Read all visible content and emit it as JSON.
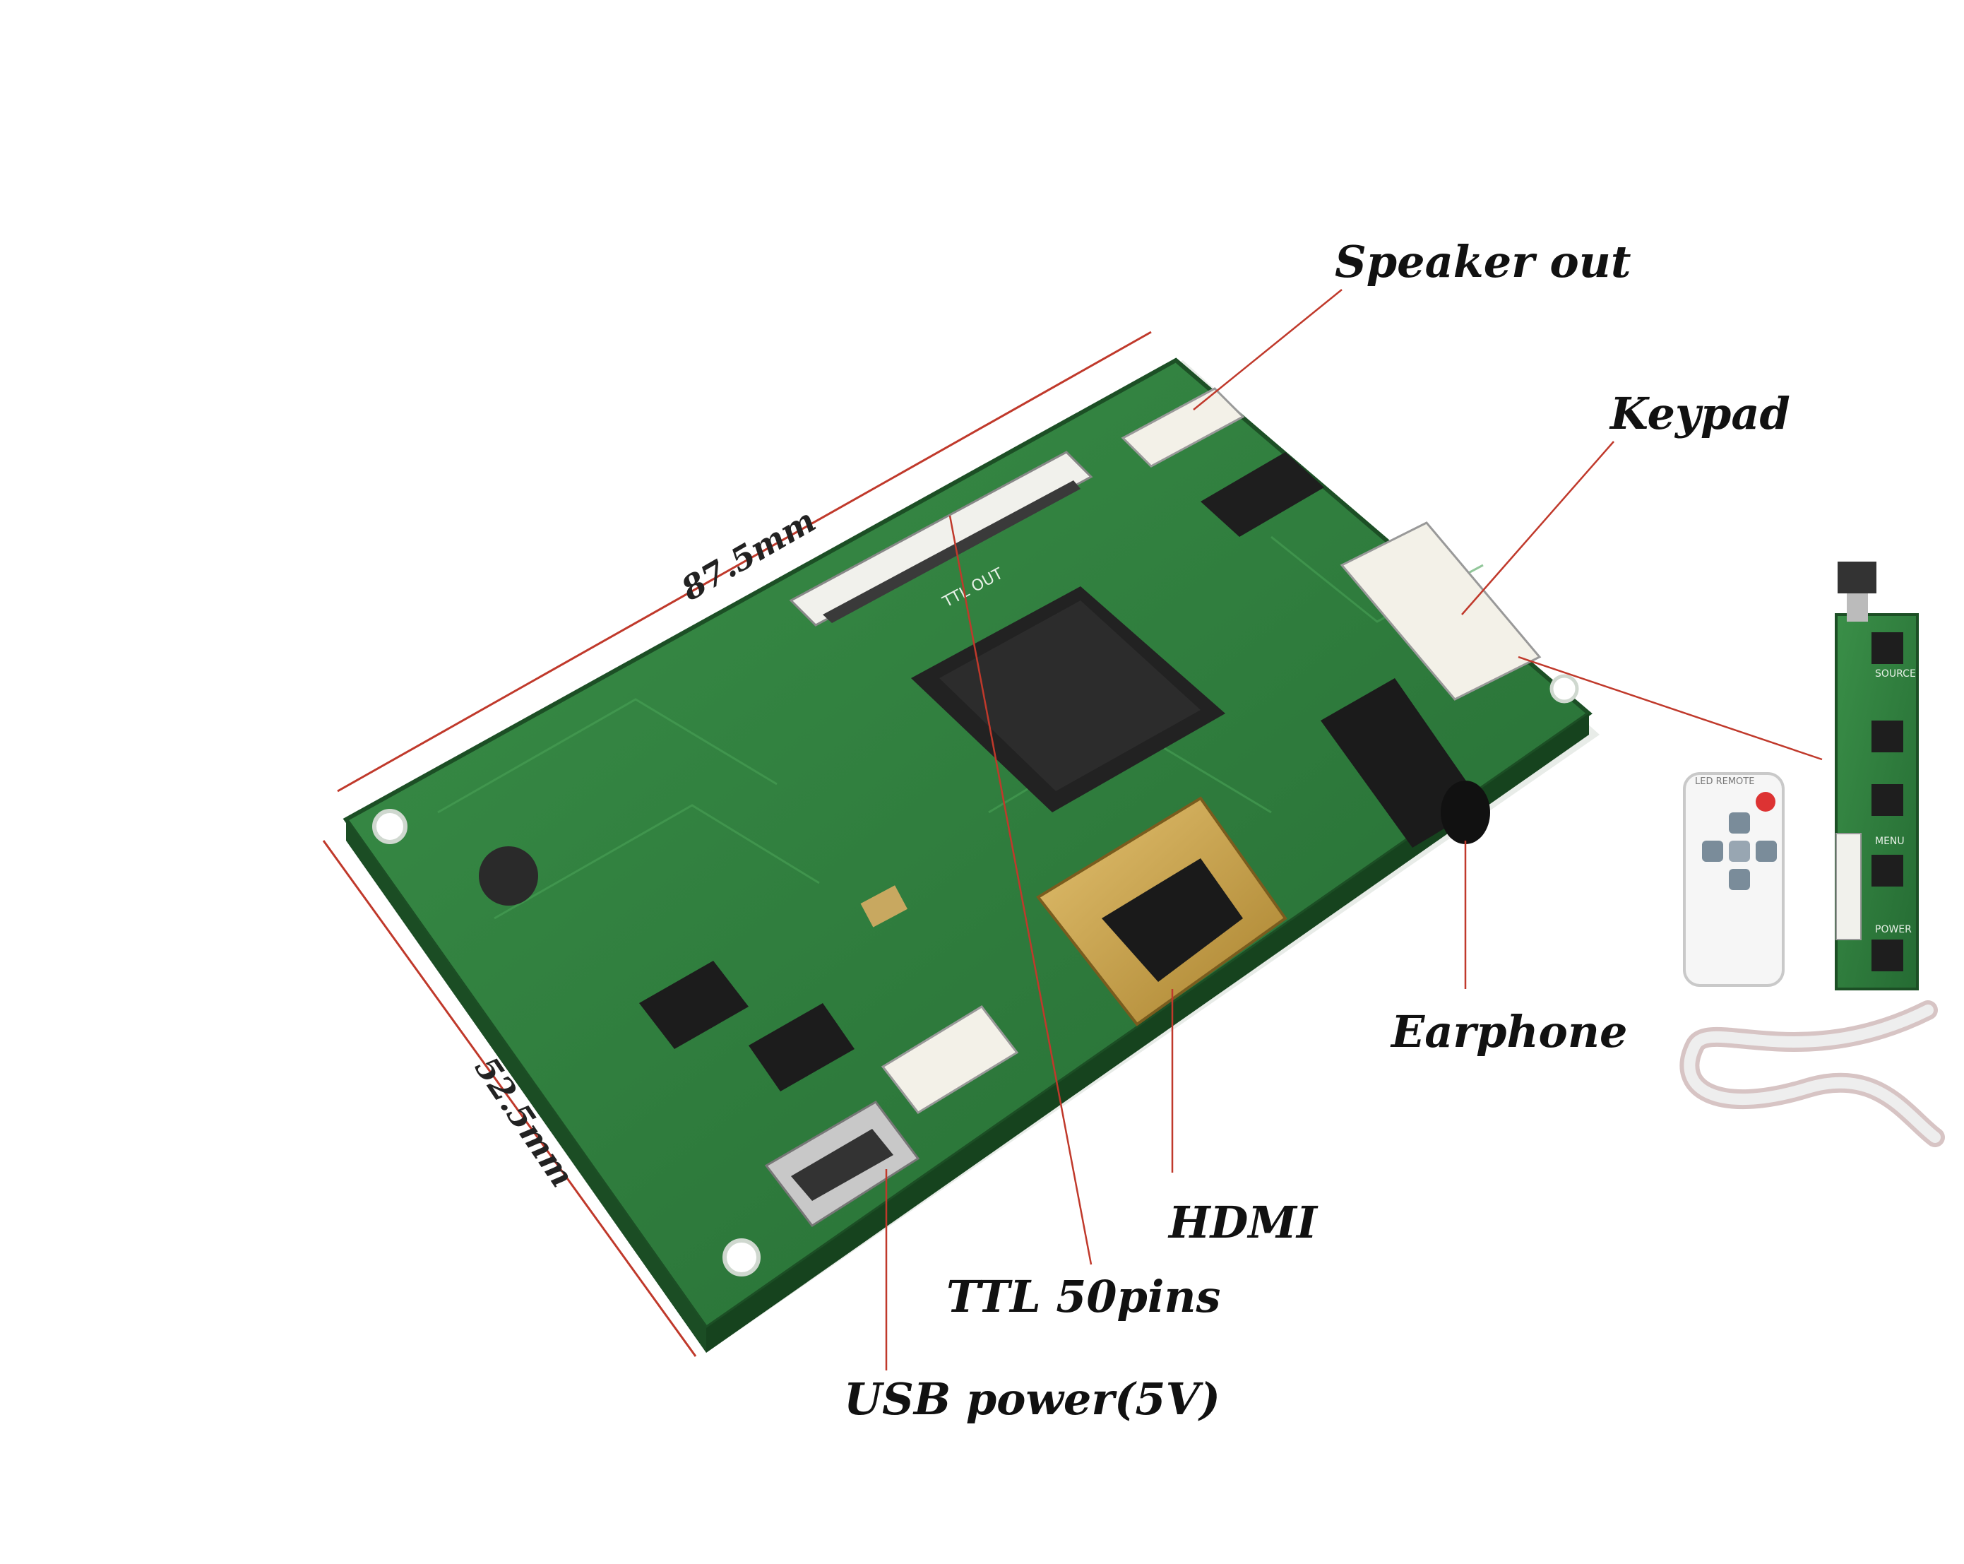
{
  "callouts": {
    "speaker_out": "Speaker out",
    "keypad": "Keypad",
    "earphone": "Earphone",
    "hdmi": "HDMI",
    "ttl": "TTL 50pins",
    "usb_power": "USB power(5V)"
  },
  "dimensions": {
    "length": "87.5mm",
    "width": "52.5mm"
  },
  "board_silkscreen": {
    "ttl_out": "TTL OUT"
  },
  "keypad_board": {
    "buttons": [
      "SOURCE",
      "MENU",
      "POWER"
    ]
  },
  "remote": {
    "title": "LED REMOTE"
  },
  "colors": {
    "pcb_green": "#2f7a3c",
    "pcb_green_dark": "#1f5a2a",
    "gold": "#c9a24a",
    "callout_line": "#c0392b",
    "background": "#ffffff"
  }
}
